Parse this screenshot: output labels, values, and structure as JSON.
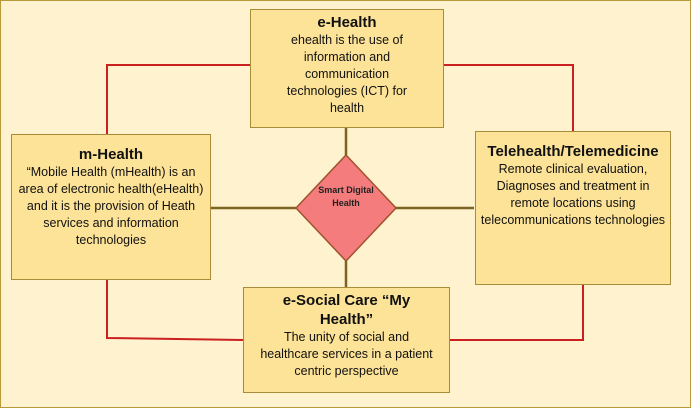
{
  "nodes": {
    "ehealth": {
      "title": "e-Health",
      "text": "ehealth is the use of information and communication technologies (ICT) for health"
    },
    "mhealth": {
      "title": "m-Health",
      "text": "“Mobile Health (mHealth) is an area of electronic health(eHealth) and it is the provision of Heath services and information technologies"
    },
    "telehealth": {
      "title": "Telehealth/Telemedicine",
      "text": "Remote clinical evaluation, Diagnoses and treatment in remote locations using telecommunications technologies"
    },
    "esocial": {
      "title": "e-Social Care “My Health”",
      "text": "The unity of social and healthcare services in a patient centric perspective"
    },
    "center": {
      "label": "Smart Digital Health"
    }
  },
  "colors": {
    "background": "#fff2cf",
    "box": "#fde397",
    "diamond": "#f47c7c",
    "outer_link": "#cc1f1f",
    "inner_link": "#7a6420"
  }
}
